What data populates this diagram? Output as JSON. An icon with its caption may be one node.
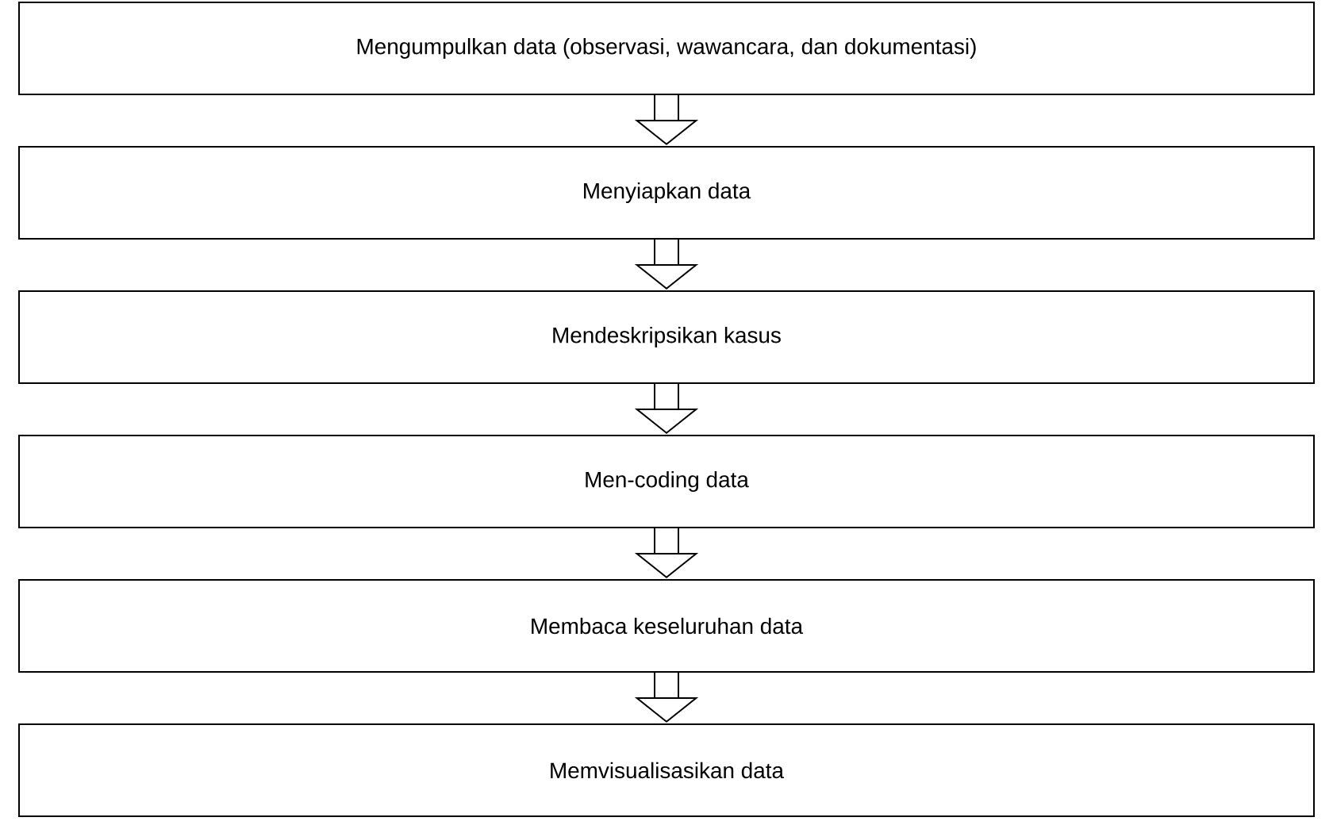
{
  "diagram": {
    "nodes": [
      {
        "text": [
          "Mengumpulkan data (observasi, wawancara, dan dokumentasi)"
        ]
      },
      {
        "text": [
          "Menyiapkan data"
        ]
      },
      {
        "text": [
          "Mendeskripsikan kasus"
        ]
      },
      {
        "text": [
          "Men-coding data"
        ]
      },
      {
        "text": [
          "Membaca keseluruhan data"
        ]
      },
      {
        "text": [
          "Memvisualisasikan data"
        ]
      }
    ],
    "edges": [
      {
        "from": 0,
        "to": 1,
        "arrow": "to"
      },
      {
        "from": 1,
        "to": 2,
        "arrow": "to"
      },
      {
        "from": 2,
        "to": 3,
        "arrow": "to"
      },
      {
        "from": 3,
        "to": 4,
        "arrow": "to"
      },
      {
        "from": 4,
        "to": 5,
        "arrow": "to"
      }
    ]
  }
}
